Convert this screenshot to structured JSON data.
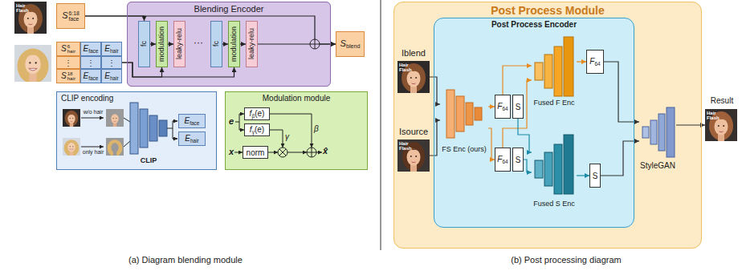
{
  "diagram": {
    "nodes": [
      {
        "text": [
          "S",
          "6:18",
          "face"
        ]
      },
      {
        "text": [
          "Blending Encoder"
        ]
      },
      {
        "text": [
          "fc"
        ],
        "in": 1
      },
      {
        "text": [
          "modulation"
        ],
        "in": 1
      },
      {
        "text": [
          "leaky-relu"
        ],
        "in": 1
      },
      {
        "text": [
          "fc"
        ],
        "in": 1
      },
      {
        "text": [
          "modulation"
        ],
        "in": 1
      },
      {
        "text": [
          "leaky-relu"
        ],
        "in": 1
      },
      {
        "text": [
          "S",
          "blend"
        ]
      },
      {
        "text": [
          "S",
          "6",
          "hair"
        ]
      },
      {
        "text": [
          "E",
          "face"
        ]
      },
      {
        "text": [
          "E",
          "hair"
        ]
      },
      {
        "text": [
          "⋮"
        ]
      },
      {
        "text": [
          "⋮"
        ]
      },
      {
        "text": [
          "⋮"
        ]
      },
      {
        "text": [
          "S",
          "18",
          "hair"
        ]
      },
      {
        "text": [
          "E",
          "face"
        ]
      },
      {
        "text": [
          "E",
          "hair"
        ]
      },
      {
        "text": [
          "CLIP encoding"
        ]
      },
      {
        "text": [
          "E",
          "face"
        ],
        "in": 18
      },
      {
        "text": [
          "E",
          "hair"
        ],
        "in": 18
      },
      {
        "text": [
          "Modulation module"
        ]
      },
      {
        "text": [
          "f",
          "β",
          "(e)"
        ],
        "in": 21
      },
      {
        "text": [
          "f",
          "γ",
          "(e)"
        ],
        "in": 21
      },
      {
        "text": [
          "norm"
        ],
        "in": 21
      },
      {
        "text": [
          "Post Process Module"
        ]
      },
      {
        "text": [
          "I",
          "blend"
        ],
        "in": 25
      },
      {
        "text": [
          "I",
          "source"
        ],
        "in": 25
      },
      {
        "text": [
          "Post Process Encoder"
        ],
        "in": 25
      },
      {
        "text": [
          "FS Enc (ours)"
        ],
        "in": 28
      },
      {
        "text": [
          "F",
          "64"
        ],
        "in": 28
      },
      {
        "text": [
          "S"
        ],
        "in": 28
      },
      {
        "text": [
          "F",
          "64"
        ],
        "in": 28
      },
      {
        "text": [
          "S"
        ],
        "in": 28
      },
      {
        "text": [
          "Fused F Enc"
        ],
        "in": 28
      },
      {
        "text": [
          "Fused S Enc"
        ],
        "in": 28
      },
      {
        "text": [
          "F",
          "64"
        ],
        "in": 28
      },
      {
        "text": [
          "S"
        ],
        "in": 28
      },
      {
        "text": [
          "StyleGAN"
        ],
        "in": 25
      },
      {
        "text": [
          "Result"
        ]
      }
    ],
    "edges": [
      {
        "from": 0,
        "to": 2,
        "arrow": "to"
      },
      {
        "from": 0,
        "to": 8,
        "arrow": "to"
      },
      {
        "from": 2,
        "to": 3,
        "arrow": "to"
      },
      {
        "from": 3,
        "to": 4,
        "arrow": "to"
      },
      {
        "from": 5,
        "to": 6,
        "arrow": "to"
      },
      {
        "from": 6,
        "to": 7,
        "arrow": "to"
      },
      {
        "from": 7,
        "to": 8,
        "arrow": "to"
      },
      {
        "from": 14,
        "to": 3,
        "arrow": "to"
      },
      {
        "from": 14,
        "to": 6,
        "arrow": "to"
      },
      {
        "from": 26,
        "to": 29,
        "arrow": "to"
      },
      {
        "from": 27,
        "to": 29,
        "arrow": "to"
      },
      {
        "from": 29,
        "to": 30,
        "arrow": "to"
      },
      {
        "from": 29,
        "to": 32,
        "arrow": "to"
      },
      {
        "from": 30,
        "to": 34,
        "arrow": "to"
      },
      {
        "from": 32,
        "to": 34,
        "arrow": "to"
      },
      {
        "from": 31,
        "to": 35,
        "arrow": "to"
      },
      {
        "from": 33,
        "to": 35,
        "arrow": "to"
      },
      {
        "from": 34,
        "to": 36,
        "arrow": "to"
      },
      {
        "from": 35,
        "to": 37,
        "arrow": "to"
      },
      {
        "from": 36,
        "to": 38,
        "arrow": "to"
      },
      {
        "from": 37,
        "to": 38,
        "arrow": "to"
      },
      {
        "from": 38,
        "to": 39,
        "arrow": "to"
      }
    ],
    "labels": [
      "Hair Flash",
      "···",
      "w/o hair",
      "only hair",
      "CLIP",
      "e",
      "x",
      "γ",
      "β",
      "x̂",
      "Hair Flash",
      "Hair Flash",
      "Hair Flash",
      "(a) Diagram blending module",
      "(b) Post processing diagram"
    ]
  }
}
